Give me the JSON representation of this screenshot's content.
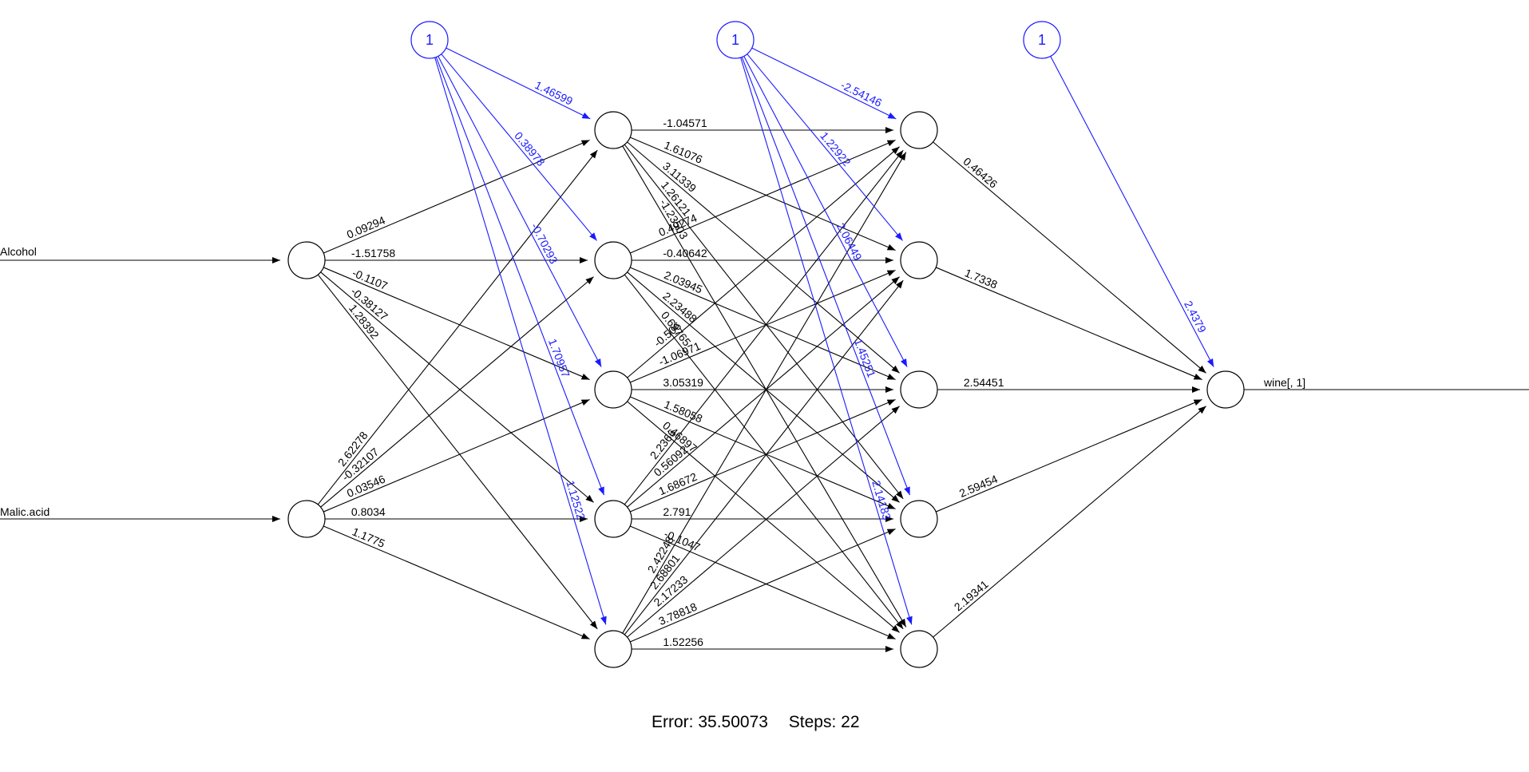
{
  "inputs": [
    {
      "label": "Alcohol"
    },
    {
      "label": "Malic.acid"
    }
  ],
  "output": {
    "label": "wine[, 1]"
  },
  "bias_label": "1",
  "colors": {
    "weight": "#000000",
    "bias": "#1a1aff"
  },
  "layers": [
    "input",
    "hidden1",
    "hidden2",
    "output"
  ],
  "weights": {
    "input_to_h1": [
      [
        "0.09294",
        "-1.51758",
        "-0.1107",
        "-0.38127",
        "1.28392"
      ],
      [
        "2.62278",
        "-0.32107",
        "0.03546",
        "0.8034",
        "1.1775"
      ]
    ],
    "bias_to_h1": [
      "1.46599",
      "0.38978",
      "-0.70293",
      "1.70957",
      "1.12522"
    ],
    "h1_to_h2": [
      [
        "-1.04571",
        "1.61076",
        "3.11339",
        "1.26121",
        "-1.23503"
      ],
      [
        "0.49274",
        "-0.40642",
        "2.03945",
        "2.23488",
        "0.69765"
      ],
      [
        "-0.506",
        "-1.06971",
        "3.05319",
        "1.58058",
        "0.46897"
      ],
      [
        "2.2366",
        "0.56092",
        "1.68672",
        "2.791",
        "-0.1047"
      ],
      [
        "2.42248",
        "2.68801",
        "2.17233",
        "3.78818",
        "1.52256"
      ]
    ],
    "bias_to_h2": [
      "-2.54146",
      "1.22922",
      "2.06449",
      "1.45251",
      "2.14183"
    ],
    "h2_to_out": [
      "0.46426",
      "1.7338",
      "2.54451",
      "2.59454",
      "2.19341"
    ],
    "bias_to_out": "2.4379"
  },
  "footer": {
    "error_label": "Error: 35.50073",
    "steps_label": "Steps: 22"
  }
}
